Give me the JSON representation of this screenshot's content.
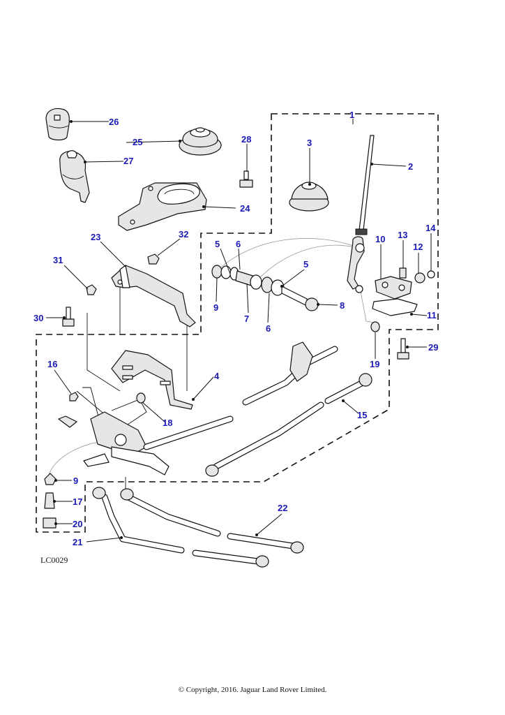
{
  "diagram": {
    "ref_code": "LC0029",
    "copyright": "© Copyright, 2016. Jaguar Land Rover Limited.",
    "callouts": [
      {
        "id": "c1",
        "label": "1"
      },
      {
        "id": "c2",
        "label": "2"
      },
      {
        "id": "c3",
        "label": "3"
      },
      {
        "id": "c4",
        "label": "4"
      },
      {
        "id": "c5a",
        "label": "5"
      },
      {
        "id": "c5b",
        "label": "5"
      },
      {
        "id": "c6a",
        "label": "6"
      },
      {
        "id": "c6b",
        "label": "6"
      },
      {
        "id": "c7",
        "label": "7"
      },
      {
        "id": "c8",
        "label": "8"
      },
      {
        "id": "c9a",
        "label": "9"
      },
      {
        "id": "c9b",
        "label": "9"
      },
      {
        "id": "c10",
        "label": "10"
      },
      {
        "id": "c11",
        "label": "11"
      },
      {
        "id": "c12",
        "label": "12"
      },
      {
        "id": "c13",
        "label": "13"
      },
      {
        "id": "c14",
        "label": "14"
      },
      {
        "id": "c15",
        "label": "15"
      },
      {
        "id": "c16",
        "label": "16"
      },
      {
        "id": "c17",
        "label": "17"
      },
      {
        "id": "c18",
        "label": "18"
      },
      {
        "id": "c19",
        "label": "19"
      },
      {
        "id": "c20",
        "label": "20"
      },
      {
        "id": "c21",
        "label": "21"
      },
      {
        "id": "c22",
        "label": "22"
      },
      {
        "id": "c23",
        "label": "23"
      },
      {
        "id": "c24",
        "label": "24"
      },
      {
        "id": "c25",
        "label": "25"
      },
      {
        "id": "c26",
        "label": "26"
      },
      {
        "id": "c27",
        "label": "27"
      },
      {
        "id": "c28",
        "label": "28"
      },
      {
        "id": "c29",
        "label": "29"
      },
      {
        "id": "c30",
        "label": "30"
      },
      {
        "id": "c31",
        "label": "31"
      },
      {
        "id": "c32",
        "label": "32"
      }
    ]
  }
}
